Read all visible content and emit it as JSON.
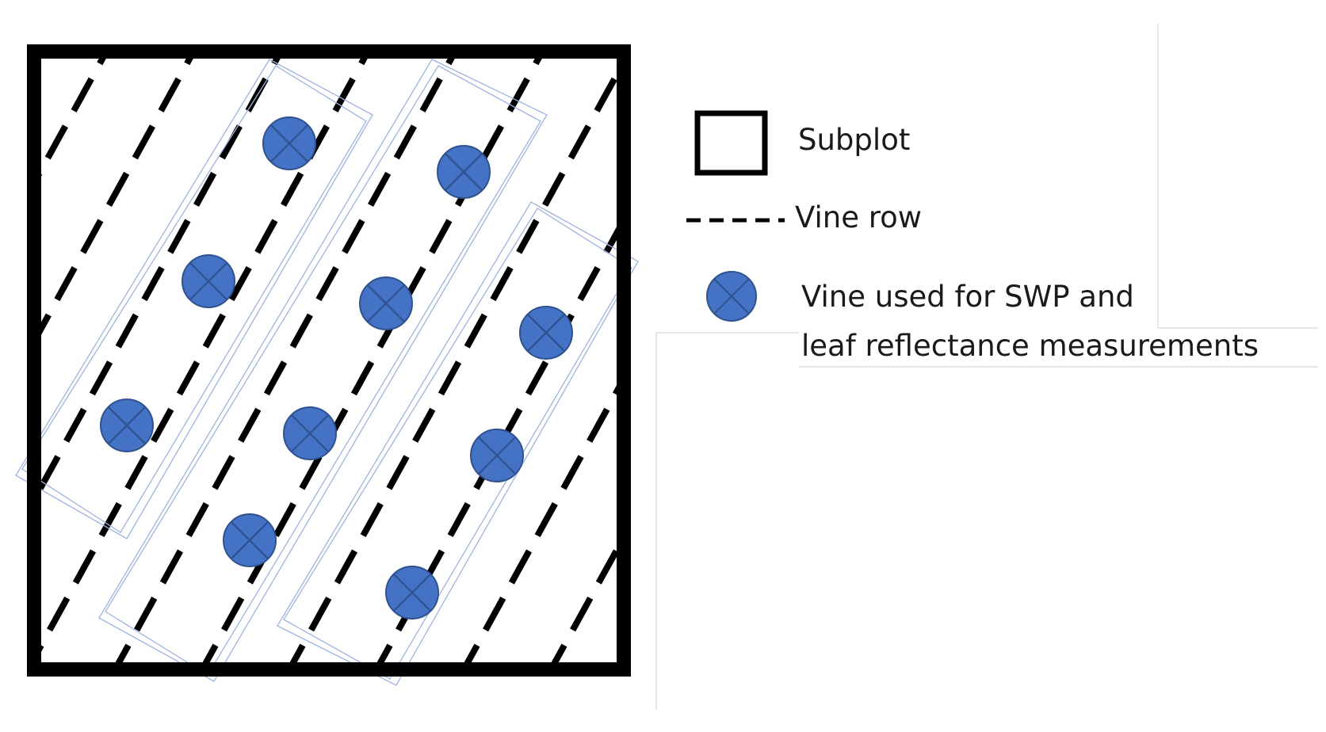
{
  "legend": {
    "subplot": "Subplot",
    "vine_row": "Vine row",
    "sample_vine_line1": "Vine used for SWP and",
    "sample_vine_line2": "leaf reflectance measurements"
  },
  "colors": {
    "frame": "#000000",
    "vine_row": "#000000",
    "sample_marker_fill": "#4472c4",
    "sample_marker_stroke": "#2f528f",
    "sample_group_outline": "#9db3e0"
  },
  "icons": {
    "subplot": "square-outline-icon",
    "vine_row": "dashed-line-icon",
    "sample_vine": "circled-x-icon"
  }
}
